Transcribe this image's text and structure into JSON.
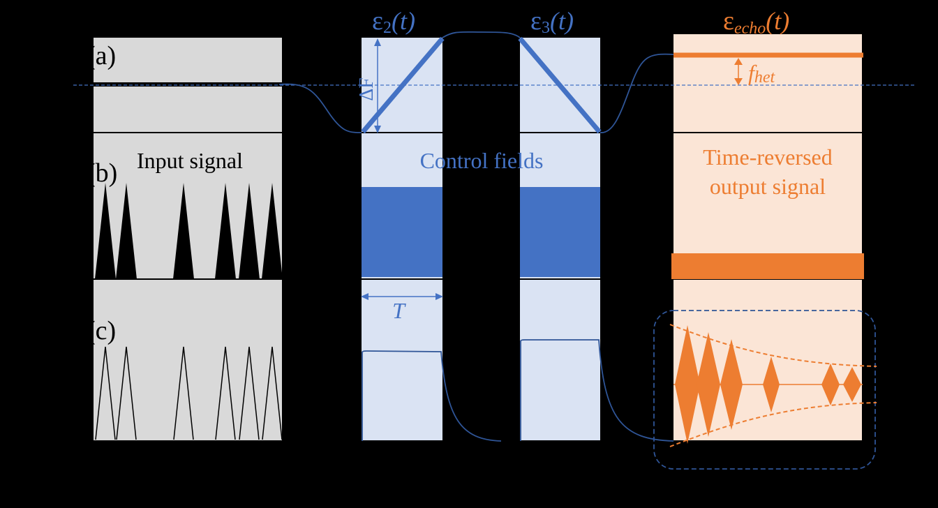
{
  "labels": {
    "panel_a": "(a)",
    "panel_b": "(b)",
    "panel_c": "(c)",
    "input_signal": "Input signal",
    "control_fields": "Control fields",
    "output_line1": "Time-reversed",
    "output_line2": "output signal",
    "e2_main": "ε",
    "e2_sub": "2",
    "e2_arg": "(t)",
    "e3_main": "ε",
    "e3_sub": "3",
    "e3_arg": "(t)",
    "echo_main": "ε",
    "echo_sub": "echo",
    "echo_arg": "(t)",
    "delta_f": "ΔF",
    "f_het_main": "f",
    "f_het_sub": "het",
    "period": "T"
  },
  "colors": {
    "input_panel": "#d9d9d9",
    "control_panel": "#dae3f3",
    "control_accent": "#4472c4",
    "curve": "#2f5597",
    "output_panel": "#fbe5d6",
    "output_accent": "#ed7d31",
    "background": "#000000"
  }
}
